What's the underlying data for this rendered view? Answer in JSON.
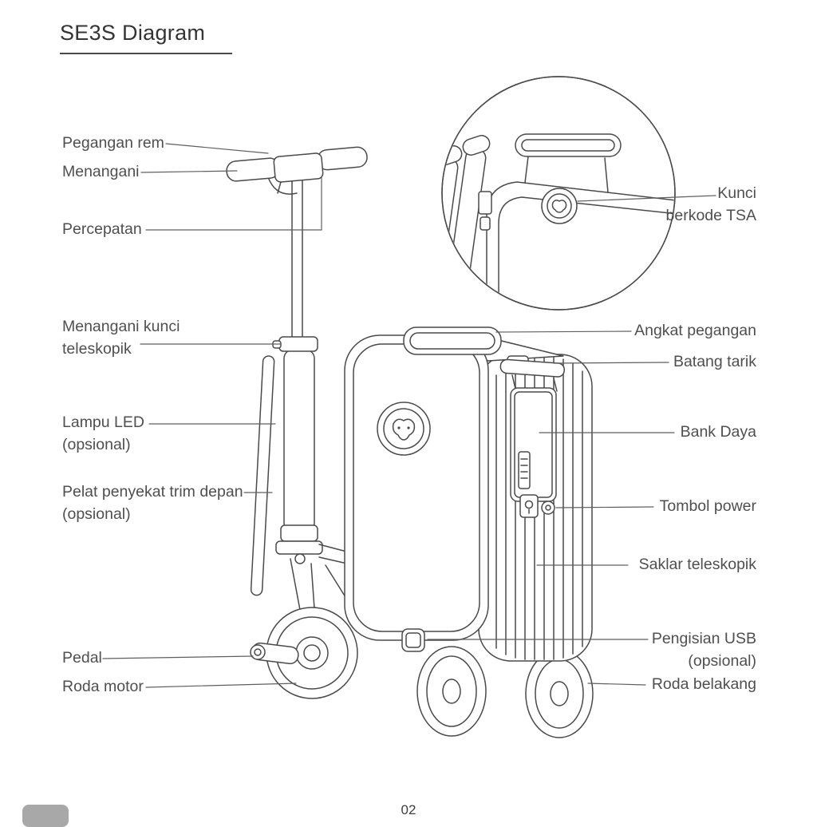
{
  "page": {
    "title": "SE3S Diagram",
    "page_number": "02"
  },
  "colors": {
    "line": "#4a4a4a",
    "label_text": "#4f4f4f"
  },
  "labels": {
    "left": [
      {
        "name": "pegangan-rem",
        "text": "Pegangan rem"
      },
      {
        "name": "menangani",
        "text": "Menangani"
      },
      {
        "name": "percepatan",
        "text": "Percepatan"
      },
      {
        "name": "menangani-kunci-teleskopik",
        "text": "Menangani kunci\nteleskopik"
      },
      {
        "name": "lampu-led",
        "text": "Lampu LED\n(opsional)"
      },
      {
        "name": "pelat-penyekat-trim-depan",
        "text": "Pelat penyekat trim depan\n(opsional)"
      },
      {
        "name": "pedal",
        "text": "Pedal"
      },
      {
        "name": "roda-motor",
        "text": "Roda motor"
      }
    ],
    "right": [
      {
        "name": "kunci-berkode-tsa",
        "text": "Kunci\nberkode TSA"
      },
      {
        "name": "angkat-pegangan",
        "text": "Angkat pegangan"
      },
      {
        "name": "batang-tarik",
        "text": "Batang tarik"
      },
      {
        "name": "bank-daya",
        "text": "Bank Daya"
      },
      {
        "name": "tombol-power",
        "text": "Tombol power"
      },
      {
        "name": "saklar-teleskopik",
        "text": "Saklar teleskopik"
      },
      {
        "name": "pengisian-usb",
        "text": "Pengisian USB\n(opsional)"
      },
      {
        "name": "roda-belakang",
        "text": "Roda belakang"
      }
    ]
  }
}
